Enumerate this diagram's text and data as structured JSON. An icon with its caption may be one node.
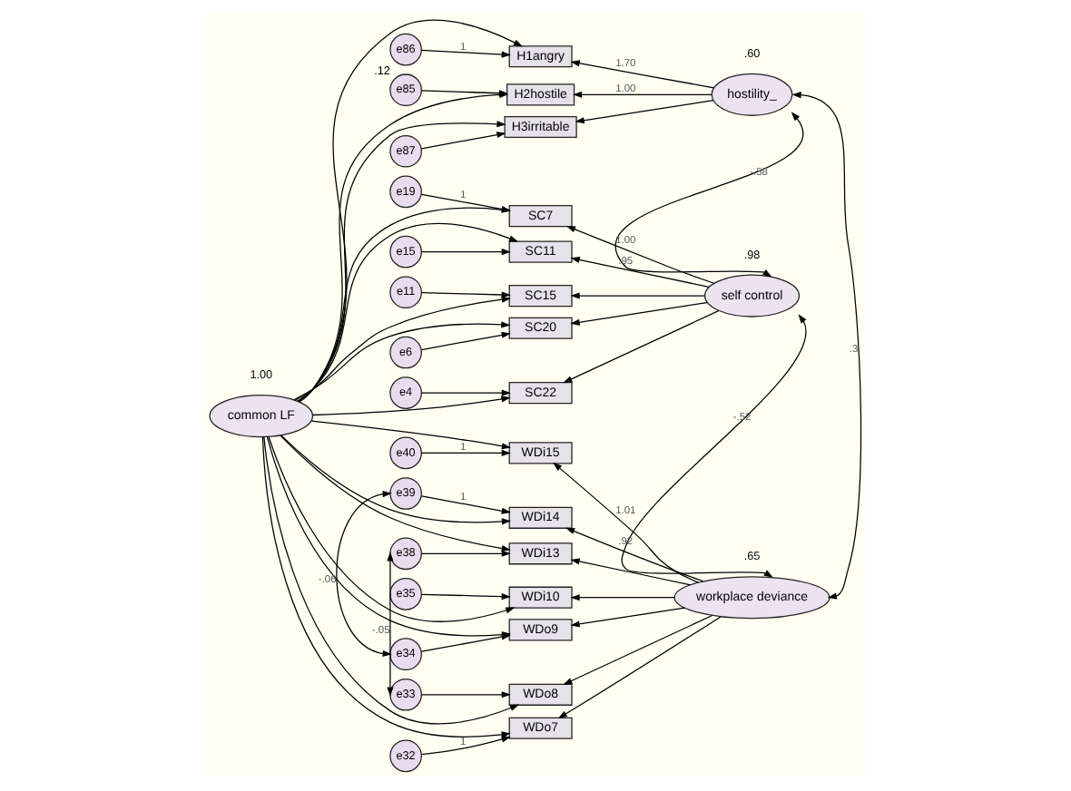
{
  "diagram": {
    "nodes": [
      {
        "text": [
          "common LF"
        ],
        "beside": [
          "1.00"
        ]
      },
      {
        "text": [
          "hostility_"
        ],
        "beside": [
          ".60"
        ]
      },
      {
        "text": [
          "self control"
        ],
        "beside": [
          ".98"
        ]
      },
      {
        "text": [
          "workplace deviance"
        ],
        "beside": [
          ".65"
        ]
      },
      {
        "text": [
          "H1angry"
        ]
      },
      {
        "text": [
          "H2hostile"
        ]
      },
      {
        "text": [
          "H3irritable"
        ]
      },
      {
        "text": [
          "SC7"
        ]
      },
      {
        "text": [
          "SC11"
        ]
      },
      {
        "text": [
          "SC15"
        ]
      },
      {
        "text": [
          "SC20"
        ]
      },
      {
        "text": [
          "SC22"
        ]
      },
      {
        "text": [
          "WDi15"
        ]
      },
      {
        "text": [
          "WDi14"
        ]
      },
      {
        "text": [
          "WDi13"
        ]
      },
      {
        "text": [
          "WDi10"
        ]
      },
      {
        "text": [
          "WDo9"
        ]
      },
      {
        "text": [
          "WDo8"
        ]
      },
      {
        "text": [
          "WDo7"
        ]
      },
      {
        "text": [
          "e86"
        ],
        "beside": [
          ".12"
        ]
      },
      {
        "text": [
          "e85"
        ]
      },
      {
        "text": [
          "e87"
        ]
      },
      {
        "text": [
          "e19"
        ]
      },
      {
        "text": [
          "e15"
        ]
      },
      {
        "text": [
          "e11"
        ]
      },
      {
        "text": [
          "e6"
        ]
      },
      {
        "text": [
          "e4"
        ]
      },
      {
        "text": [
          "e40"
        ]
      },
      {
        "text": [
          "e39"
        ]
      },
      {
        "text": [
          "e38"
        ]
      },
      {
        "text": [
          "e35"
        ]
      },
      {
        "text": [
          "e34"
        ]
      },
      {
        "text": [
          "e33"
        ]
      },
      {
        "text": [
          "e32"
        ]
      }
    ],
    "edges": [
      {
        "from": 1,
        "to": 4,
        "arrow": "to",
        "label": "1.70"
      },
      {
        "from": 1,
        "to": 5,
        "arrow": "to",
        "label": "1.00"
      },
      {
        "from": 1,
        "to": 6,
        "arrow": "to"
      },
      {
        "from": 2,
        "to": 7,
        "arrow": "to",
        "label": "1.00"
      },
      {
        "from": 2,
        "to": 8,
        "arrow": "to",
        "label": ".95"
      },
      {
        "from": 2,
        "to": 9,
        "arrow": "to"
      },
      {
        "from": 2,
        "to": 10,
        "arrow": "to"
      },
      {
        "from": 2,
        "to": 11,
        "arrow": "to"
      },
      {
        "from": 3,
        "to": 12,
        "arrow": "to",
        "label": "1.01"
      },
      {
        "from": 3,
        "to": 13,
        "arrow": "to",
        "label": ".92"
      },
      {
        "from": 3,
        "to": 14,
        "arrow": "to"
      },
      {
        "from": 3,
        "to": 15,
        "arrow": "to"
      },
      {
        "from": 3,
        "to": 16,
        "arrow": "to"
      },
      {
        "from": 3,
        "to": 17,
        "arrow": "to"
      },
      {
        "from": 3,
        "to": 18,
        "arrow": "to"
      },
      {
        "from": 0,
        "to": 4,
        "arrow": "to"
      },
      {
        "from": 0,
        "to": 5,
        "arrow": "to"
      },
      {
        "from": 0,
        "to": 6,
        "arrow": "to"
      },
      {
        "from": 0,
        "to": 7,
        "arrow": "to"
      },
      {
        "from": 0,
        "to": 8,
        "arrow": "to"
      },
      {
        "from": 0,
        "to": 9,
        "arrow": "to"
      },
      {
        "from": 0,
        "to": 10,
        "arrow": "to"
      },
      {
        "from": 0,
        "to": 11,
        "arrow": "to"
      },
      {
        "from": 0,
        "to": 12,
        "arrow": "to"
      },
      {
        "from": 0,
        "to": 13,
        "arrow": "to"
      },
      {
        "from": 0,
        "to": 14,
        "arrow": "to"
      },
      {
        "from": 0,
        "to": 15,
        "arrow": "to"
      },
      {
        "from": 0,
        "to": 16,
        "arrow": "to"
      },
      {
        "from": 0,
        "to": 17,
        "arrow": "to"
      },
      {
        "from": 0,
        "to": 18,
        "arrow": "to"
      },
      {
        "from": 19,
        "to": 4,
        "arrow": "to",
        "label": "1"
      },
      {
        "from": 20,
        "to": 5,
        "arrow": "to"
      },
      {
        "from": 21,
        "to": 6,
        "arrow": "to"
      },
      {
        "from": 22,
        "to": 7,
        "arrow": "to",
        "label": "1"
      },
      {
        "from": 23,
        "to": 8,
        "arrow": "to"
      },
      {
        "from": 24,
        "to": 9,
        "arrow": "to"
      },
      {
        "from": 25,
        "to": 10,
        "arrow": "to"
      },
      {
        "from": 26,
        "to": 11,
        "arrow": "to"
      },
      {
        "from": 27,
        "to": 12,
        "arrow": "to",
        "label": "1"
      },
      {
        "from": 28,
        "to": 13,
        "arrow": "to",
        "label": "1"
      },
      {
        "from": 29,
        "to": 14,
        "arrow": "to"
      },
      {
        "from": 30,
        "to": 15,
        "arrow": "to"
      },
      {
        "from": 31,
        "to": 16,
        "arrow": "to"
      },
      {
        "from": 32,
        "to": 17,
        "arrow": "to"
      },
      {
        "from": 33,
        "to": 18,
        "arrow": "to",
        "label": "1"
      },
      {
        "from": 1,
        "to": 2,
        "arrow": "both",
        "label": "-.58"
      },
      {
        "from": 2,
        "to": 3,
        "arrow": "both",
        "label": "-.52"
      },
      {
        "from": 1,
        "to": 3,
        "arrow": "both",
        "label": ".3"
      },
      {
        "from": 28,
        "to": 31,
        "arrow": "both",
        "label": "-.06"
      },
      {
        "from": 29,
        "to": 32,
        "arrow": "both",
        "label": "-.05"
      }
    ]
  }
}
